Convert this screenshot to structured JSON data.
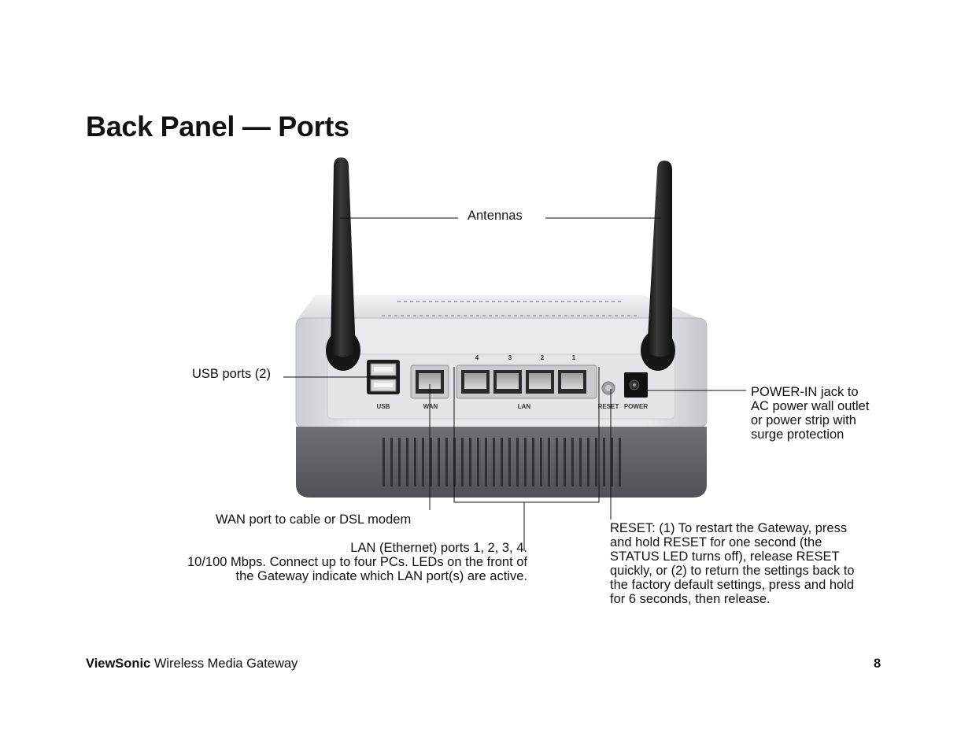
{
  "page": {
    "title": "Back Panel — Ports",
    "page_number": "8"
  },
  "footer": {
    "brand": "ViewSonic",
    "product": " Wireless Media Gateway"
  },
  "device": {
    "panel_labels": {
      "usb": "USB",
      "wan": "WAN",
      "lan": "LAN",
      "reset": "RESET",
      "power": "POWER",
      "port_4": "4",
      "port_3": "3",
      "port_2": "2",
      "port_1": "1"
    }
  },
  "callouts": {
    "antennas": "Antennas",
    "usb": "USB ports (2)",
    "power": [
      "POWER-IN jack to",
      "AC power wall outlet",
      "or power strip with",
      "surge protection"
    ],
    "wan": "WAN port to cable or DSL modem",
    "lan": [
      "LAN (Ethernet) ports 1, 2, 3, 4.",
      "10/100 Mbps. Connect up to four PCs. LEDs on the front of",
      "the Gateway indicate which LAN port(s) are active."
    ],
    "reset": [
      "RESET: (1) To restart the Gateway, press",
      "and hold RESET for one second (the",
      "STATUS LED turns off), release RESET",
      "quickly, or (2) to return the settings back to",
      "the factory default settings, press and hold",
      "for 6 seconds, then release."
    ]
  }
}
